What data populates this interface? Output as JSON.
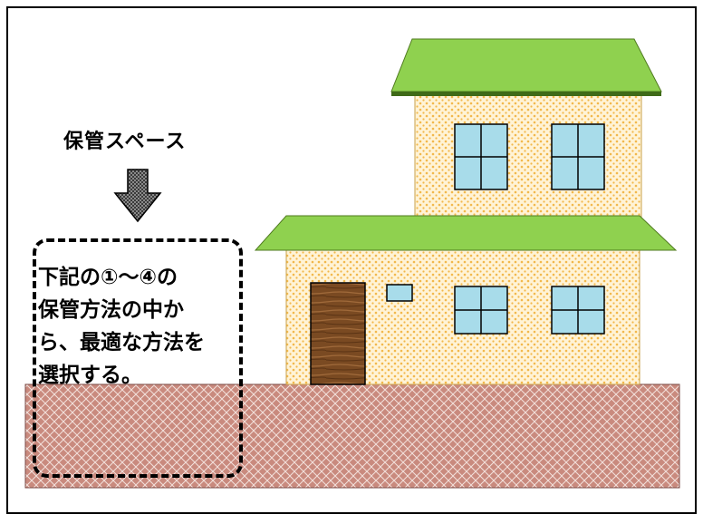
{
  "diagram": {
    "title": "保管スペース",
    "note_lines": [
      "下記の①～④の",
      "保管方法の中か",
      "ら、最適な方法を",
      "選択する。"
    ],
    "icons": [
      "down-arrow-icon",
      "house-icon",
      "door-icon",
      "window-icon"
    ],
    "colors": {
      "roof": "#8fd14f",
      "roof_edge": "#4f7a1f",
      "wall": "#fff3d6",
      "wall_dots": "#f2b84b",
      "window": "#a8dcea",
      "door": "#7a4a22",
      "ground": "#c98a7e",
      "ground_pattern": "#f3e1dc",
      "arrow": "#808080"
    }
  }
}
